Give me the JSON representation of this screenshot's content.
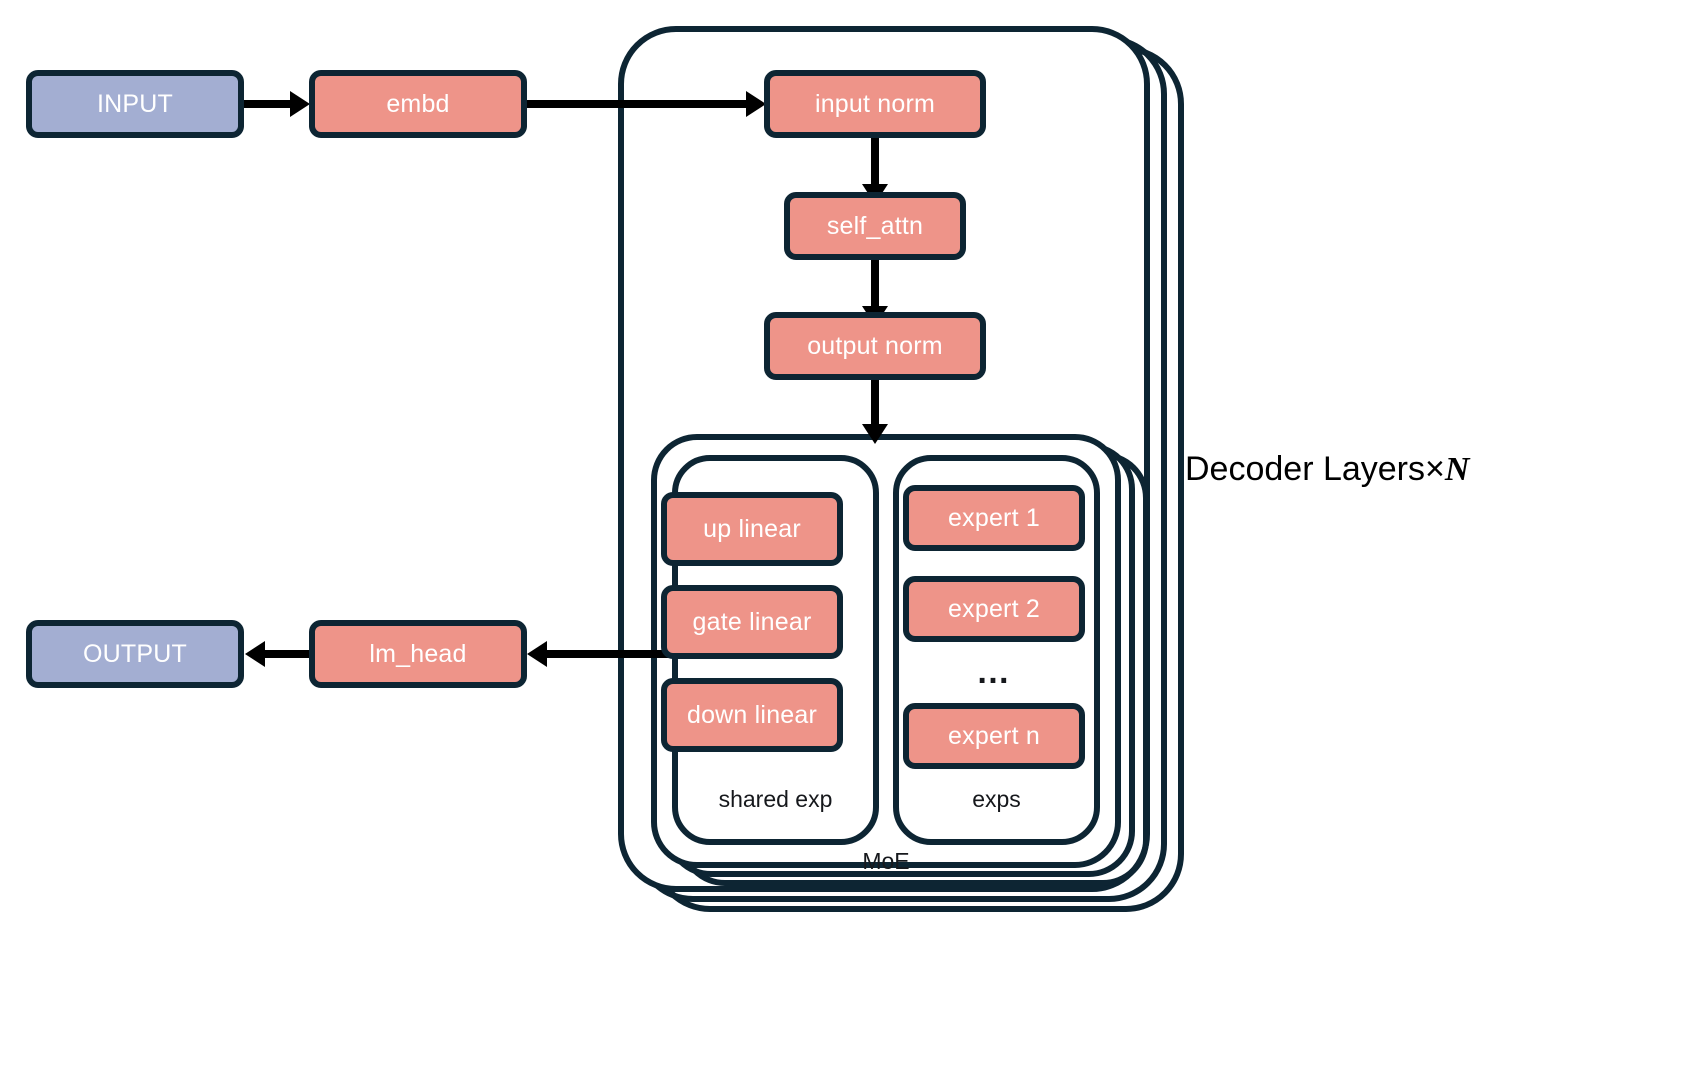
{
  "diagram": {
    "title_label": "Decoder Layers×",
    "title_var": "N",
    "colors": {
      "accent_salmon": "#ee9489",
      "accent_blue": "#a3aed2",
      "stroke_navy": "#0d2533",
      "arrow_black": "#000000",
      "background": "#ffffff",
      "node_text": "#ffffff",
      "label_text": "#16181c"
    },
    "nodes": {
      "input": "INPUT",
      "embd": "embd",
      "input_norm": "input norm",
      "self_attn": "self_attn",
      "output_norm": "output norm",
      "up_linear": "up linear",
      "gate_linear": "gate linear",
      "down_linear": "down linear",
      "expert_1": "expert 1",
      "expert_2": "expert 2",
      "expert_ellipsis": "…",
      "expert_n": "expert n",
      "lm_head": "lm_head",
      "output": "OUTPUT"
    },
    "containers": {
      "decoder_layers": "Decoder Layers×N",
      "moe": "MoE",
      "shared_exp": "shared exp",
      "exps": "exps"
    }
  }
}
